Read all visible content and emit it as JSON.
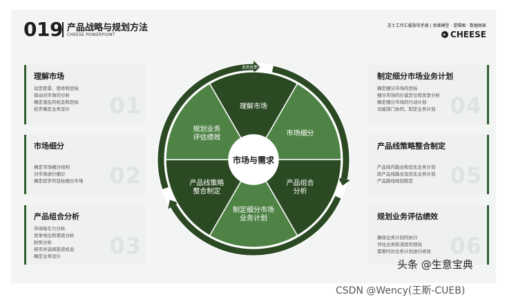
{
  "header": {
    "number": "019",
    "title": "产品战略与规划方法",
    "subtitle": "CHEESE POWERPOINT",
    "right_text": "芝士工作汇报指导手册 | 思维模型 · 逻辑图 · 数据图表",
    "brand": "CHEESE"
  },
  "center": {
    "label": "市场与需求",
    "arrow_label": "此处这里开始"
  },
  "segments": [
    {
      "label": "理解市场",
      "lines": [
        "理解市场"
      ]
    },
    {
      "label": "市场细分",
      "lines": [
        "市场细分"
      ]
    },
    {
      "label": "产品组合分析",
      "lines": [
        "产品组合",
        "分析"
      ]
    },
    {
      "label": "制定细分市场业务计划",
      "lines": [
        "制定细分市场",
        "业务计划"
      ]
    },
    {
      "label": "产品线策略整合制定",
      "lines": [
        "产品线策略",
        "整合制定"
      ]
    },
    {
      "label": "规划业务评估绩效",
      "lines": [
        "规划业务",
        "评估绩效"
      ]
    }
  ],
  "cards": [
    {
      "title": "理解市场",
      "num": "01",
      "items": [
        "设定愿景、使命和目标",
        "驱动对市场的分析",
        "确定潜在的机会和目标",
        "初步确定业务设计"
      ]
    },
    {
      "title": "市场细分",
      "num": "02",
      "items": [
        "确定市场细分结构",
        "对市场进行细分",
        "确定初步的目标细分市场"
      ]
    },
    {
      "title": "产品组合分析",
      "num": "03",
      "items": [
        "市场吸引力分析",
        "竞争地位和差距分析",
        "财务分析",
        "排序并选择投资机会",
        "确定业务设计"
      ]
    },
    {
      "title": "制定细分市场业务计划",
      "num": "04",
      "items": [
        "确定细分市场的目标",
        "细分市场的价值定位和竞争分析",
        "确定细分市场的行动计划",
        "功能部门协同，制定业务计划"
      ]
    },
    {
      "title": "产品线策略整合制定",
      "num": "05",
      "items": [
        "产品线内融合和优化业务计划",
        "跨产品线融合及优化业务计划",
        "产品路线规划制定"
      ]
    },
    {
      "title": "规划业务评估绩效",
      "num": "06",
      "items": [
        "确保业务计划的执行",
        "评估业务和流程的绩效",
        "需要时对业务计划进行修改"
      ]
    }
  ],
  "watermarks": {
    "platform": "头条 @生意宝典",
    "csdn": "CSDN @Wency(王斯-CUEB)"
  },
  "colors": {
    "dark": "#2b4a23",
    "mid": "#4f8346",
    "light": "#6e9f60",
    "accent_bar": "#2f5e2d"
  }
}
